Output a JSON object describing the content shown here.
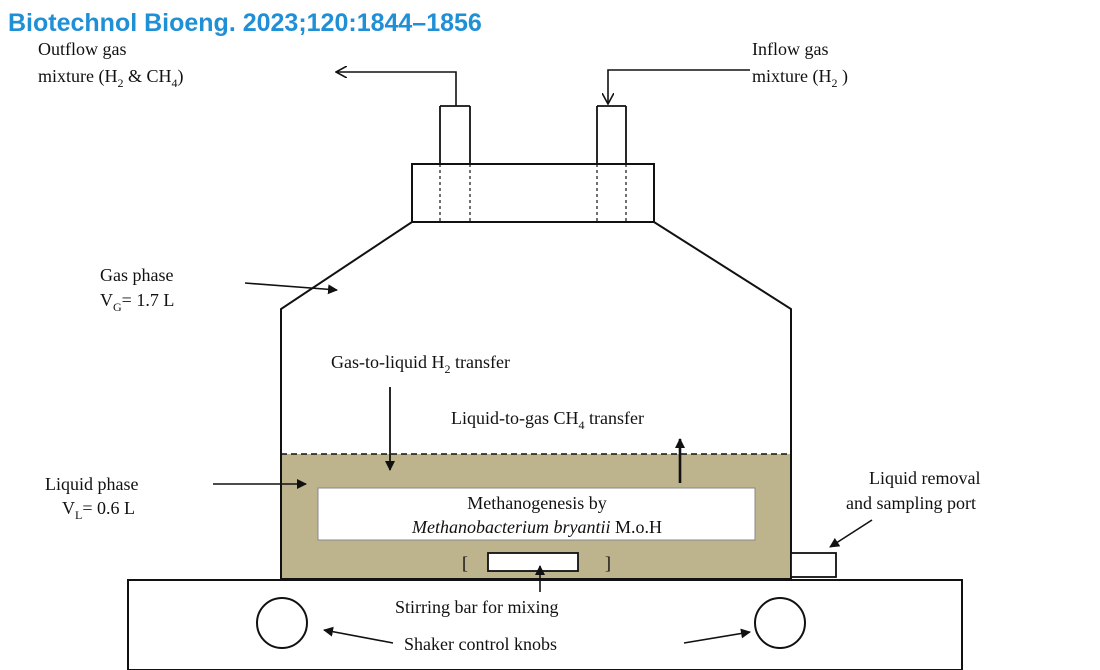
{
  "citation": "Biotechnol Bioeng. 2023;120:1844–1856",
  "colors": {
    "citation_text": "#1f8fd6",
    "liquid_fill": "#bdb38c",
    "outline": "#111111"
  },
  "labels": {
    "outflow_line1": "Outflow gas",
    "outflow_line2": "mixture (H",
    "outflow_sub2": "2",
    "outflow_mid": " & CH",
    "outflow_sub4": "4",
    "outflow_end": ")",
    "inflow_line1": "Inflow gas",
    "inflow_line2": "mixture (H",
    "inflow_sub2": "2",
    "inflow_end": " )",
    "gas_phase_line1": "Gas phase",
    "gas_phase_V": "V",
    "gas_phase_sub": "G",
    "gas_phase_val": "= 1.7 L",
    "g2l_pre": "Gas-to-liquid H",
    "g2l_sub": "2",
    "g2l_post": " transfer",
    "l2g_pre": "Liquid-to-gas CH",
    "l2g_sub": "4",
    "l2g_post": " transfer",
    "liquid_phase_line1": "Liquid phase",
    "liquid_phase_V": "V",
    "liquid_phase_sub": "L",
    "liquid_phase_val": "= 0.6 L",
    "methanogenesis_line1": "Methanogenesis by",
    "methanogenesis_organism": "Methanobacterium bryantii",
    "methanogenesis_strain": " M.o.H",
    "removal_line1": "Liquid removal",
    "removal_line2": "and sampling port",
    "stirring_bar": "Stirring bar for mixing",
    "shaker_knobs": "Shaker control knobs"
  }
}
